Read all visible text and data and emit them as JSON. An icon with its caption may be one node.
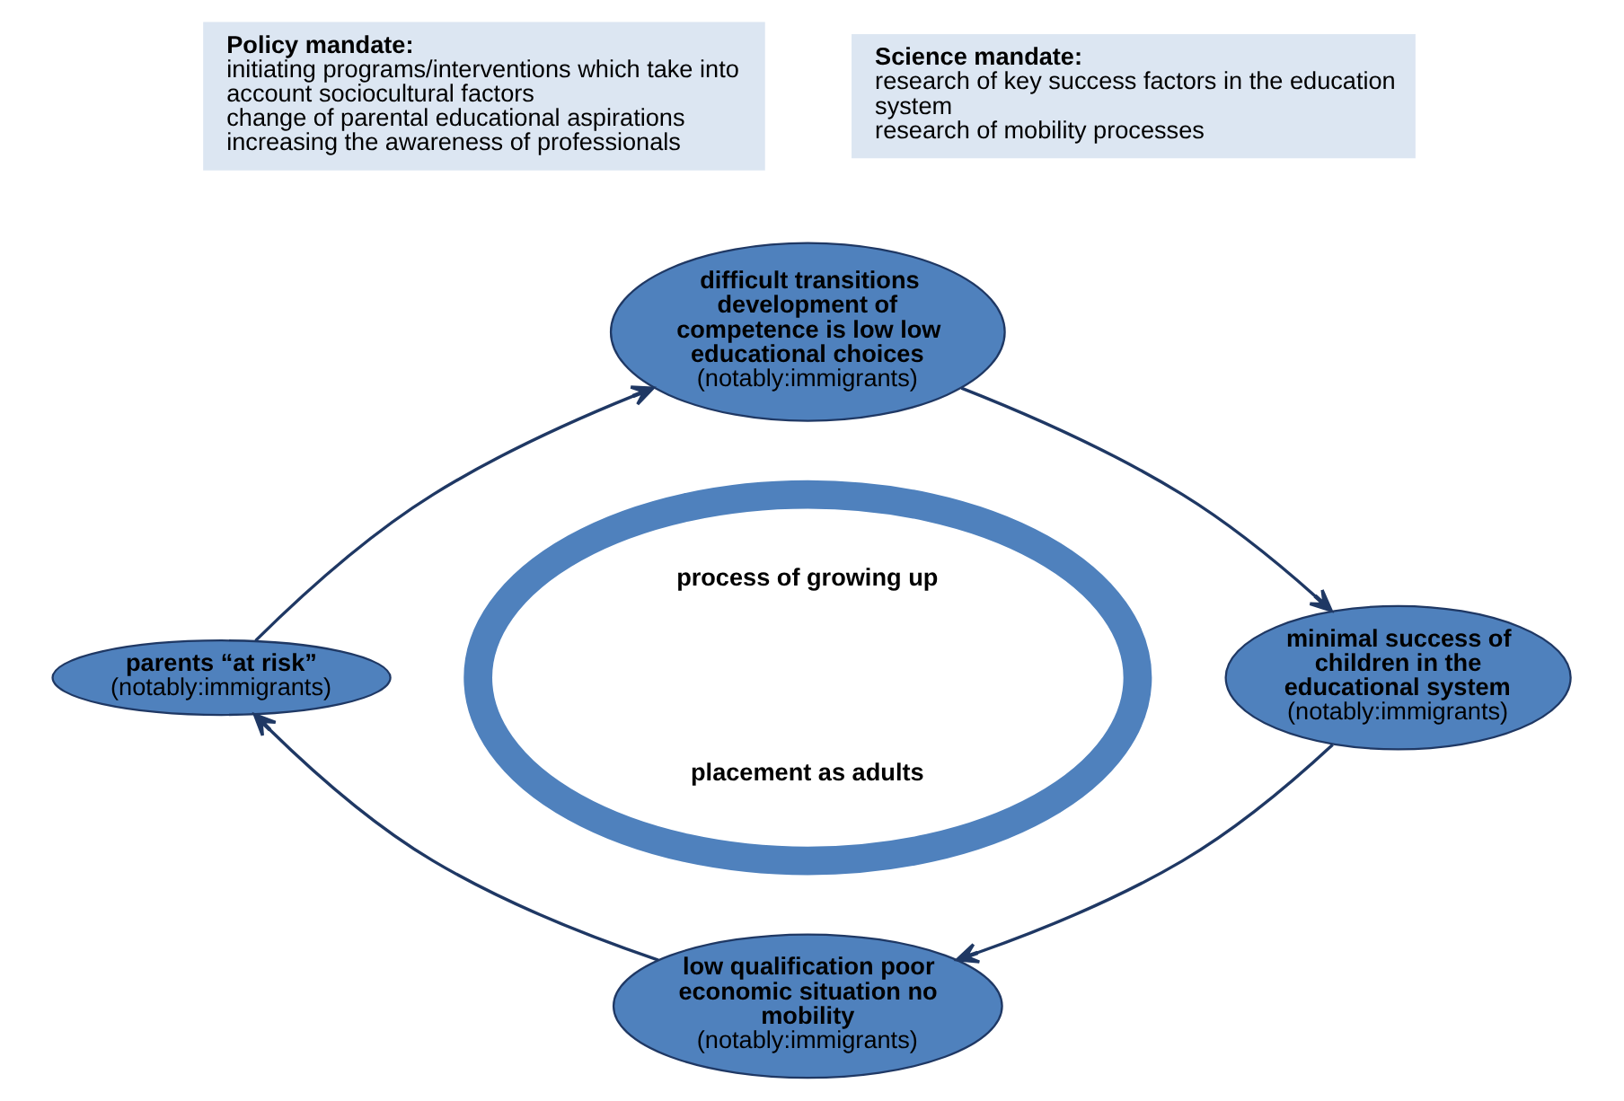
{
  "diagram": {
    "nodes": [
      {
        "text": [
          "Policy mandate:",
          "initiating programs/interventions which take into account sociocultural factors",
          "change of parental educational aspirations",
          "increasing the awareness of professionals"
        ]
      },
      {
        "text": [
          "Science mandate:",
          "research of key success factors in the education system",
          "research of mobility processes"
        ]
      },
      {
        "text": [
          "process of growing up",
          "placement as adults"
        ]
      },
      {
        "text": [
          "difficult transitions development of competence is low low educational choices",
          "(notably:immigrants)"
        ]
      },
      {
        "text": [
          "minimal success of children in the educational system",
          "(notably:immigrants)"
        ]
      },
      {
        "text": [
          "low qualification poor economic situation no mobility",
          "(notably:immigrants)"
        ]
      },
      {
        "text": [
          "parents “at risk”",
          "(notably:immigrants)"
        ]
      }
    ],
    "edges": [
      {
        "from": 6,
        "to": 3,
        "arrow": "to"
      },
      {
        "from": 3,
        "to": 4,
        "arrow": "to"
      },
      {
        "from": 4,
        "to": 5,
        "arrow": "to"
      },
      {
        "from": 5,
        "to": 6,
        "arrow": "to"
      }
    ]
  }
}
